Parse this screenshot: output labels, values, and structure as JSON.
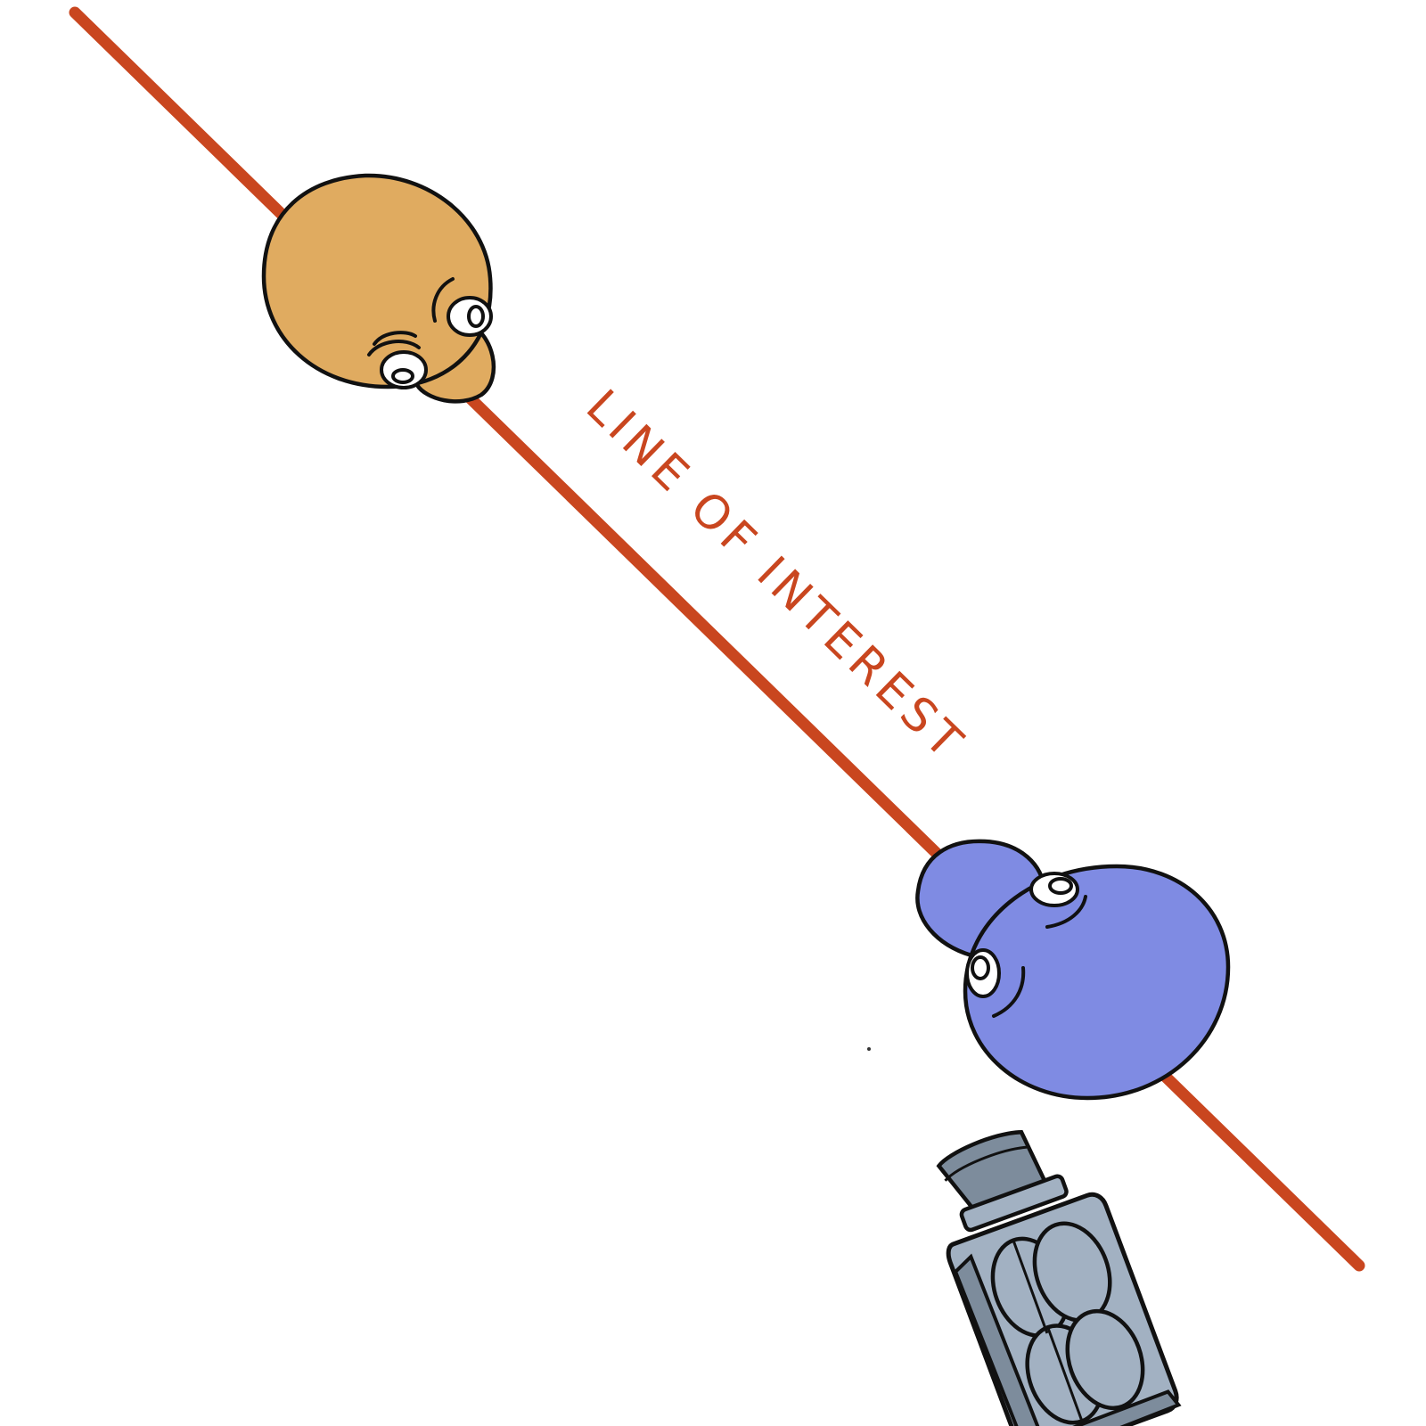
{
  "diagram": {
    "line_label": "LINE OF INTEREST",
    "colors": {
      "line": "#c9461f",
      "person_left": "#e0ab60",
      "person_right": "#7f8be3",
      "camera_body": "#a2b1c2",
      "camera_dark": "#7d8c9c",
      "outline": "#111111",
      "background": "#ffffff"
    },
    "elements": {
      "person_left": "person-top-view",
      "person_right": "person-top-view",
      "camera": "camera-icon"
    }
  }
}
